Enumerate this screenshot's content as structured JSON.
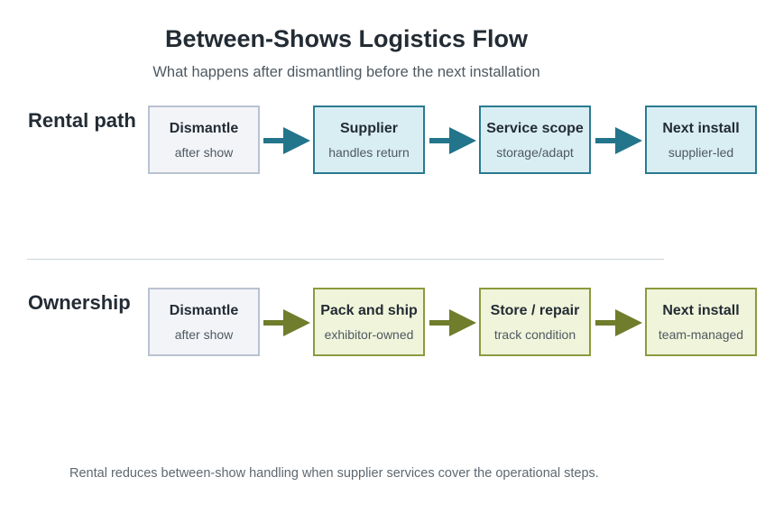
{
  "title": "Between-Shows Logistics Flow",
  "subtitle": "What happens after dismantling before the next installation",
  "colors": {
    "rental_arrow": "#22758a",
    "own_arrow": "#6f7d2c"
  },
  "rental": {
    "label": "Rental path",
    "steps": [
      {
        "title": "Dismantle",
        "sub": "after show"
      },
      {
        "title": "Supplier",
        "sub": "handles return"
      },
      {
        "title": "Service scope",
        "sub": "storage/adapt"
      },
      {
        "title": "Next install",
        "sub": "supplier-led"
      }
    ]
  },
  "ownership": {
    "label": "Ownership",
    "steps": [
      {
        "title": "Dismantle",
        "sub": "after show"
      },
      {
        "title": "Pack and ship",
        "sub": "exhibitor-owned"
      },
      {
        "title": "Store / repair",
        "sub": "track condition"
      },
      {
        "title": "Next install",
        "sub": "team-managed"
      }
    ]
  },
  "footnote": "Rental reduces between-show handling when supplier services cover the operational steps."
}
